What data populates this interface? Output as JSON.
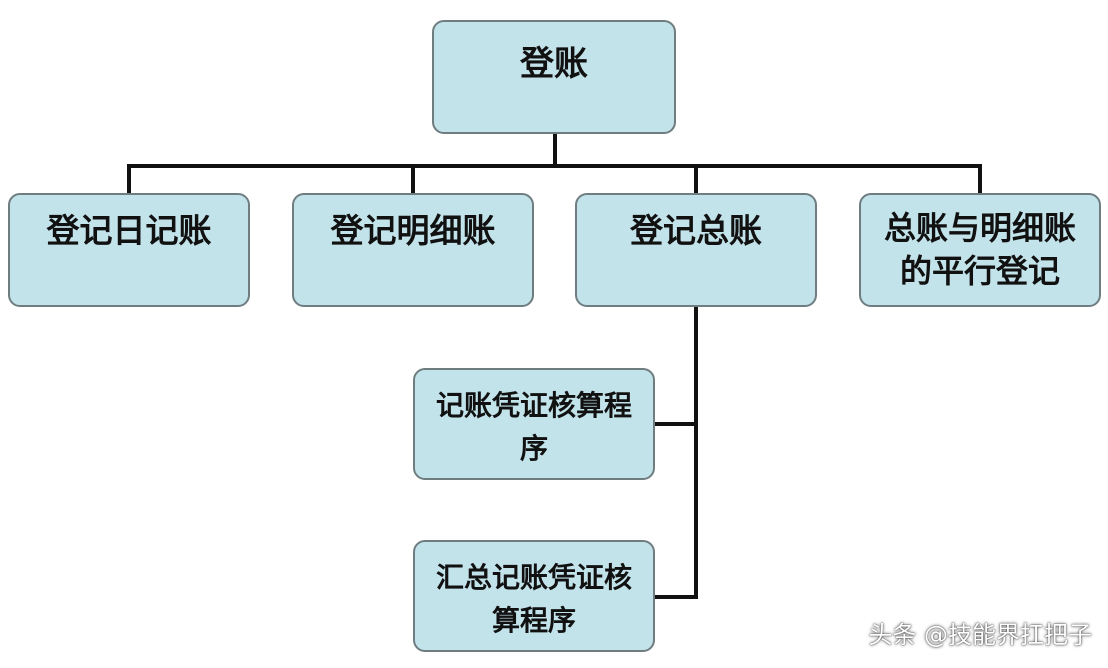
{
  "root": {
    "label": "登账"
  },
  "level1": [
    {
      "label": "登记日记账"
    },
    {
      "label": "登记明细账"
    },
    {
      "label": "登记总账"
    },
    {
      "label": "总账与明细账的平行登记"
    }
  ],
  "level2": [
    {
      "label": "记账凭证核算程序"
    },
    {
      "label": "汇总记账凭证核算程序"
    }
  ],
  "watermark": "头条 @技能界扛把子",
  "colors": {
    "box_fill": "#c3e3ea",
    "box_border": "#6f7d80",
    "connector": "#111111"
  }
}
